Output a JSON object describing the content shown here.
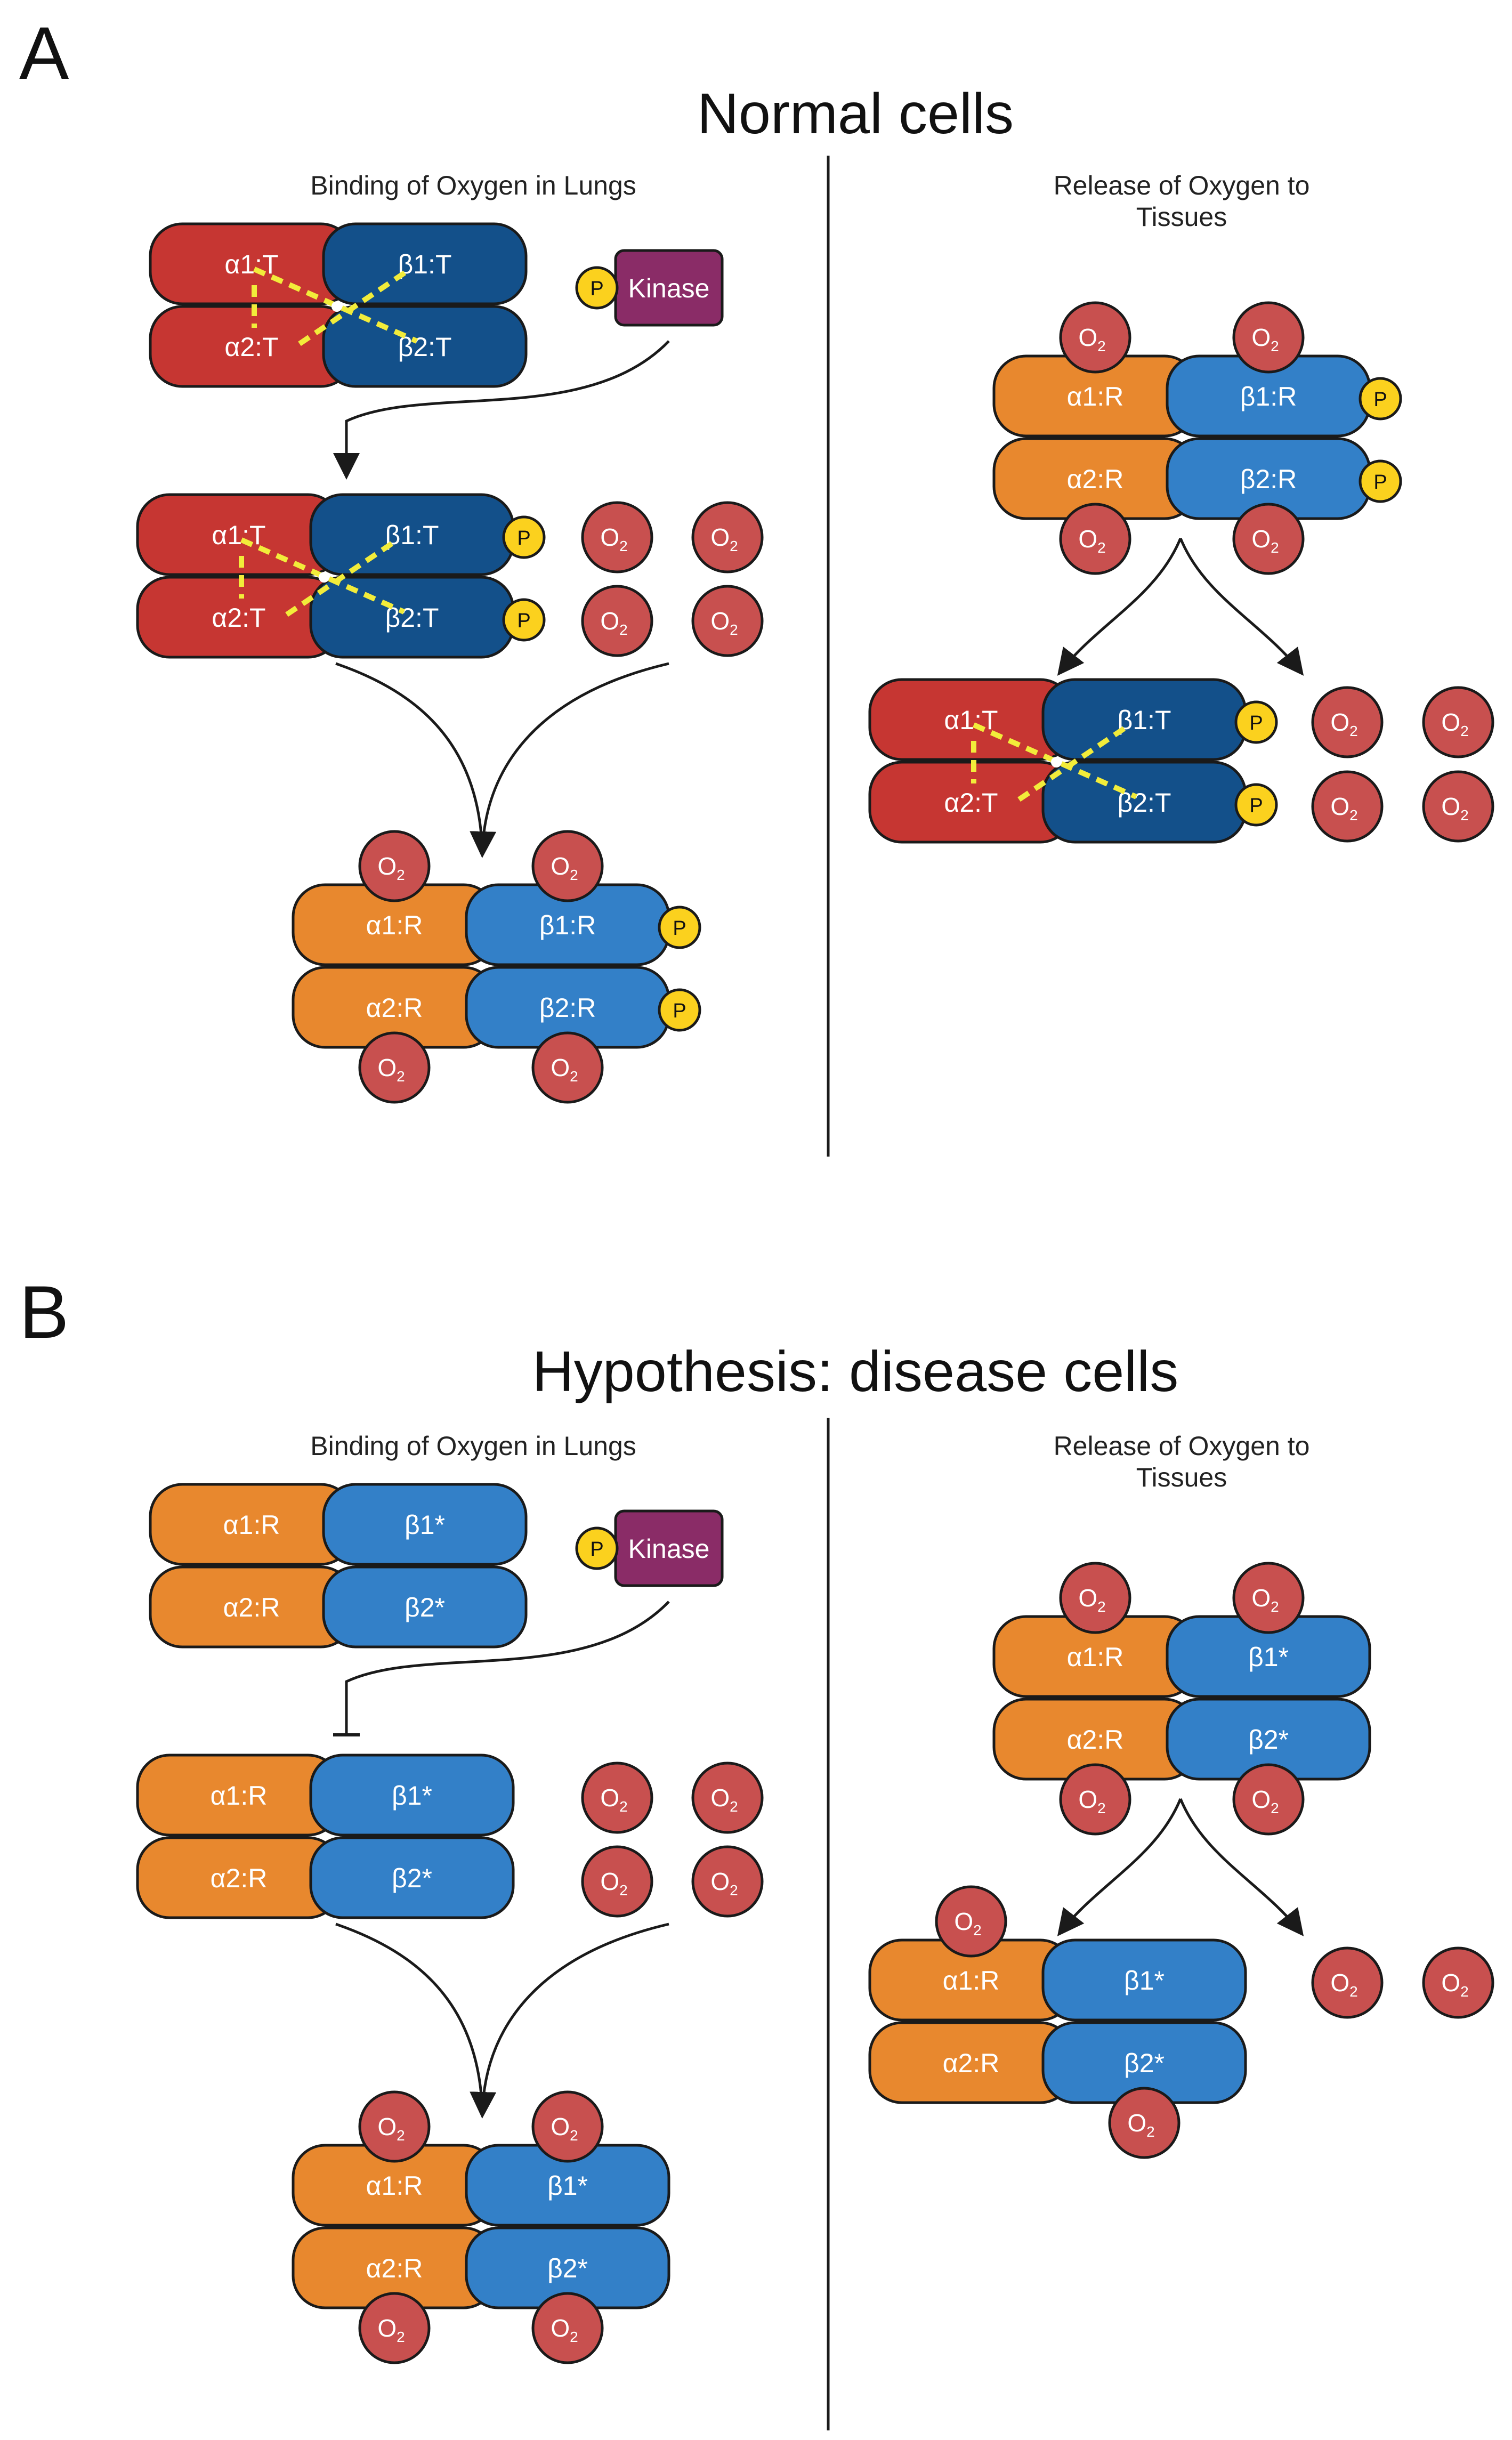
{
  "colors": {
    "alpha_T": "#c63632",
    "beta_T": "#13508a",
    "alpha_R": "#e8882e",
    "beta_R": "#3380c8",
    "o2": "#c8504f",
    "phosphate": "#fbd11e",
    "kinase": "#8a2c67",
    "interface": "#f2ec3a",
    "outline": "#1a1a1a"
  },
  "labels": {
    "o2": "O",
    "o2_sub": "2",
    "phosphate": "P",
    "kinase": "Kinase",
    "a1T": "α1:T",
    "a2T": "α2:T",
    "b1T": "β1:T",
    "b2T": "β2:T",
    "a1R": "α1:R",
    "a2R": "α2:R",
    "b1R": "β1:R",
    "b2R": "β2:R",
    "b1s": "β1*",
    "b2s": "β2*"
  },
  "panel_a": {
    "letter": "A",
    "title": "Normal cells",
    "left_heading": "Binding of Oxygen in Lungs",
    "right_heading_line1": "Release of Oxygen to",
    "right_heading_line2": "Tissues"
  },
  "panel_b": {
    "letter": "B",
    "title": "Hypothesis: disease cells",
    "left_heading": "Binding of Oxygen in Lungs",
    "right_heading_line1": "Release of Oxygen to",
    "right_heading_line2": "Tissues"
  }
}
